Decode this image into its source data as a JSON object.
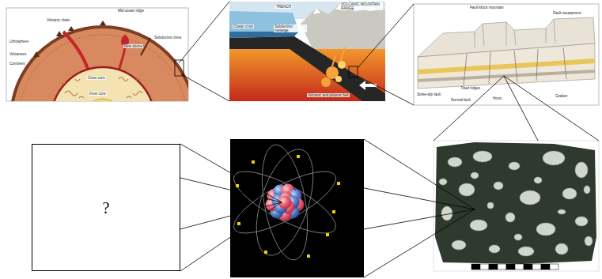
{
  "diagram": {
    "nodes": [
      {
        "text": [
          "Mid-ocean ridge",
          "Volcanic chain",
          "Lithosphere",
          "Subduction zone",
          "New plume",
          "Volcanoes",
          "Continent",
          "Outer core",
          "Inner core"
        ]
      },
      {
        "text": [
          "TRENCH",
          "VOLCANIC MOUNTAIN RANGE",
          "Ocean crust",
          "Subduction mélange",
          "Volcanic and plutonic belt"
        ]
      },
      {
        "text": [
          "Fault-block mountain",
          "Fault escarpment",
          "Strike-slip fault",
          "Normal fault",
          "Tilted ridges",
          "Horst",
          "Graben"
        ]
      },
      {
        "text": [
          "?"
        ]
      },
      {
        "text": []
      },
      {
        "text": []
      }
    ],
    "edges": [
      {
        "from": 0,
        "to": 1,
        "arrow": "none"
      },
      {
        "from": 1,
        "to": 2,
        "arrow": "none"
      },
      {
        "from": 2,
        "to": 5,
        "arrow": "none"
      },
      {
        "from": 5,
        "to": 4,
        "arrow": "none"
      },
      {
        "from": 4,
        "to": 3,
        "arrow": "none"
      }
    ]
  }
}
